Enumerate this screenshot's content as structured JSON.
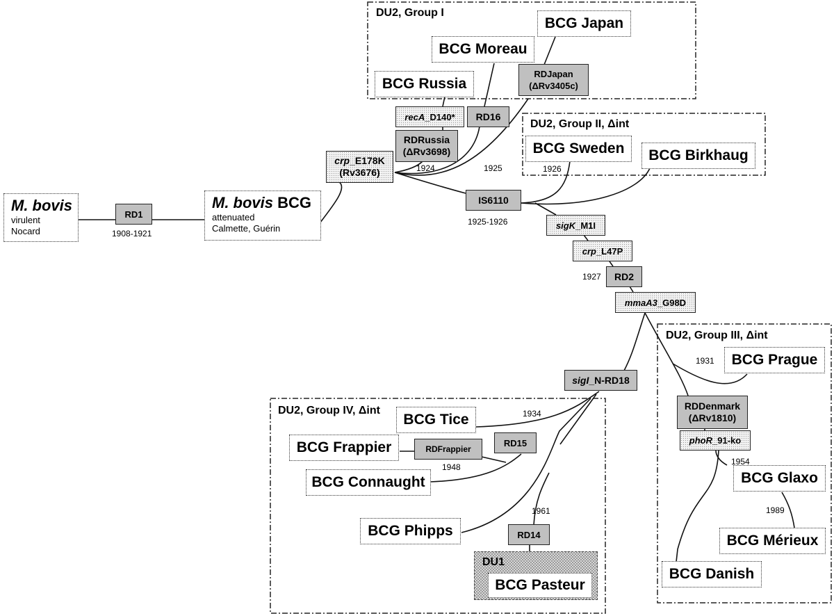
{
  "roots": {
    "mbovis": {
      "title_italic": "M. bovis",
      "line1": "virulent",
      "line2": "Nocard"
    },
    "bcg": {
      "title_italic": "M. bovis",
      "title_plain": " BCG",
      "line1": "attenuated",
      "line2": "Calmette, Guérin"
    }
  },
  "groups": {
    "g1": {
      "label": "DU2, Group I"
    },
    "g2": {
      "label": "DU2, Group II, Δint"
    },
    "g3": {
      "label": "DU2, Group III, Δint"
    },
    "g4": {
      "label": "DU2, Group IV, Δint"
    },
    "du1": {
      "label": "DU1"
    }
  },
  "strains": {
    "japan": "BCG Japan",
    "moreau": "BCG Moreau",
    "russia": "BCG Russia",
    "sweden": "BCG Sweden",
    "birkhaug": "BCG Birkhaug",
    "prague": "BCG Prague",
    "glaxo": "BCG Glaxo",
    "merieux": "BCG Mérieux",
    "danish": "BCG Danish",
    "tice": "BCG Tice",
    "frappier": "BCG Frappier",
    "connaught": "BCG Connaught",
    "phipps": "BCG Phipps",
    "pasteur": "BCG Pasteur"
  },
  "regions_of_difference": {
    "rd1": {
      "line1": "RD1"
    },
    "rdjapan": {
      "line1": "RDJapan",
      "line2": "(ΔRv3405c)"
    },
    "rd16": {
      "line1": "RD16"
    },
    "rdrussia": {
      "line1": "RDRussia",
      "line2": "(ΔRv3698)"
    },
    "is6110": {
      "line1": "IS6110"
    },
    "rd2": {
      "line1": "RD2"
    },
    "sigi": {
      "italic": "sigI",
      "plain": "_N-RD18"
    },
    "rddenmark": {
      "line1": "RDDenmark",
      "line2": "(ΔRv1810)"
    },
    "rdfrappier": {
      "line1": "RDFrappier"
    },
    "rd15": {
      "line1": "RD15"
    },
    "rd14": {
      "line1": "RD14"
    }
  },
  "mutations": {
    "reca": {
      "italic": "recA",
      "plain": "_D140*"
    },
    "crp_e178k": {
      "italic": "crp",
      "plain": "_E178K",
      "line2": "(Rv3676)"
    },
    "sigk": {
      "italic": "sigK",
      "plain": "_M1I"
    },
    "crp_l47p": {
      "italic": "crp",
      "plain": "_L47P"
    },
    "mmaa3": {
      "italic": "mmaA3",
      "plain": "_G98D"
    },
    "phor": {
      "italic": "phoR",
      "plain": "_91-ko"
    }
  },
  "years": {
    "y1908": "1908-1921",
    "y1924": "1924",
    "y1925": "1925",
    "y1926": "1926",
    "y19256": "1925-1926",
    "y1927": "1927",
    "y1931": "1931",
    "y1934": "1934",
    "y1948": "1948",
    "y1954": "1954",
    "y1961": "1961",
    "y1989": "1989"
  }
}
